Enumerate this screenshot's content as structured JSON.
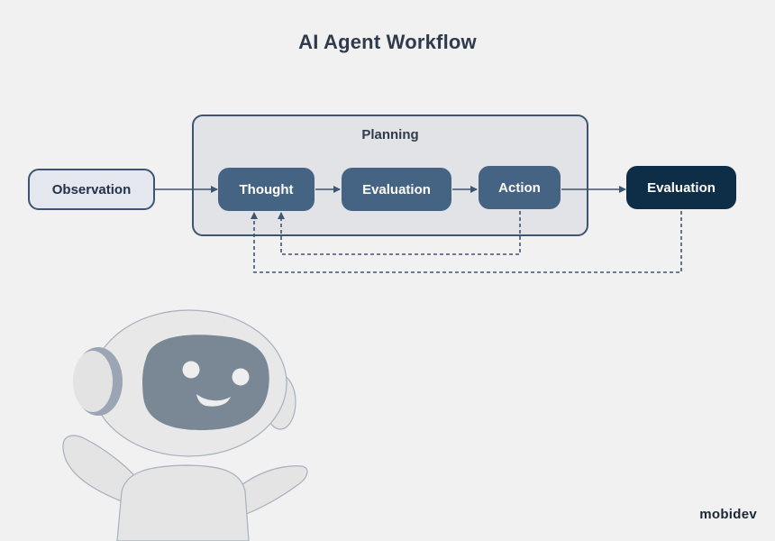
{
  "title": "AI Agent Workflow",
  "planning": {
    "label": "Planning"
  },
  "nodes": {
    "observation": "Observation",
    "thought": "Thought",
    "evaluation_inner": "Evaluation",
    "action": "Action",
    "evaluation_outer": "Evaluation"
  },
  "logo": "mobidev",
  "colors": {
    "background": "#f1f1f1",
    "dark_node": "#0e2e48",
    "mid_node": "#456483",
    "outline": "#3e5473"
  },
  "icons": {
    "mascot": "robot-mascot-icon"
  }
}
